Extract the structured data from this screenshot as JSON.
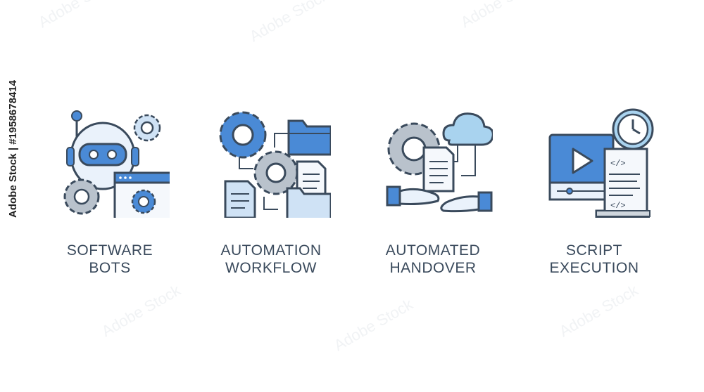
{
  "colors": {
    "accent_blue": "#4a8ad6",
    "light_blue": "#cfe2f5",
    "sky_blue": "#a9d3ef",
    "gear_gray": "#b9c2cc",
    "outline": "#3a4a5c",
    "text": "#3a4a5c"
  },
  "items": [
    {
      "icon": "software-bot-icon",
      "label_line1": "SOFTWARE",
      "label_line2": "BOTS"
    },
    {
      "icon": "automation-workflow-icon",
      "label_line1": "AUTOMATION",
      "label_line2": "WORKFLOW"
    },
    {
      "icon": "automated-handover-icon",
      "label_line1": "AUTOMATED",
      "label_line2": "HANDOVER"
    },
    {
      "icon": "script-execution-icon",
      "label_line1": "SCRIPT",
      "label_line2": "EXECUTION"
    }
  ],
  "stock_id": "Adobe Stock | #1958678414"
}
